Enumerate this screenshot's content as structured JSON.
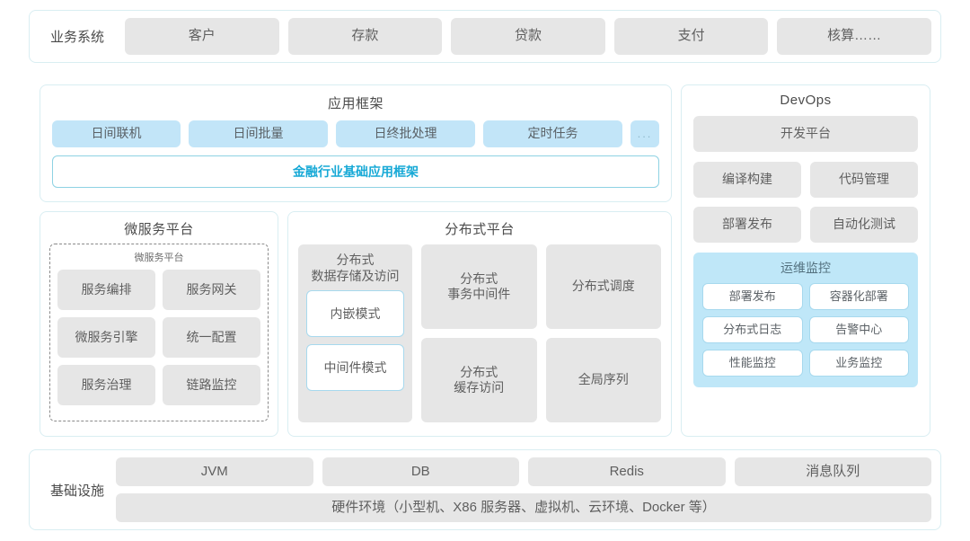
{
  "business_systems": {
    "label": "业务系统",
    "items": [
      "客户",
      "存款",
      "贷款",
      "支付",
      "核算……"
    ]
  },
  "application_framework": {
    "title": "应用框架",
    "tags": [
      "日间联机",
      "日间批量",
      "日终批处理",
      "定时任务",
      "..."
    ],
    "base_framework": "金融行业基础应用框架",
    "accent_color": "#17a9d6"
  },
  "microservice_platform": {
    "title": "微服务平台",
    "inner_title": "微服务平台",
    "items": [
      "服务编排",
      "服务网关",
      "微服务引擎",
      "统一配置",
      "服务治理",
      "链路监控"
    ]
  },
  "distributed_platform": {
    "title": "分布式平台",
    "storage": {
      "title": "分布式\n数据存储及访问",
      "modes": [
        "内嵌模式",
        "中间件模式"
      ]
    },
    "items": [
      "分布式\n事务中间件",
      "分布式调度",
      "分布式\n缓存访问",
      "全局序列"
    ]
  },
  "devops": {
    "title": "DevOps",
    "platform": "开发平台",
    "items": [
      "编译构建",
      "代码管理",
      "部署发布",
      "自动化测试"
    ],
    "ops_monitor": {
      "title": "运维监控",
      "bg_color": "#bfe7f8",
      "items": [
        "部署发布",
        "容器化部署",
        "分布式日志",
        "告警中心",
        "性能监控",
        "业务监控"
      ]
    }
  },
  "infrastructure": {
    "label": "基础设施",
    "items": [
      "JVM",
      "DB",
      "Redis",
      "消息队列"
    ],
    "hardware": "硬件环境（小型机、X86 服务器、虚拟机、云环境、Docker 等）"
  }
}
